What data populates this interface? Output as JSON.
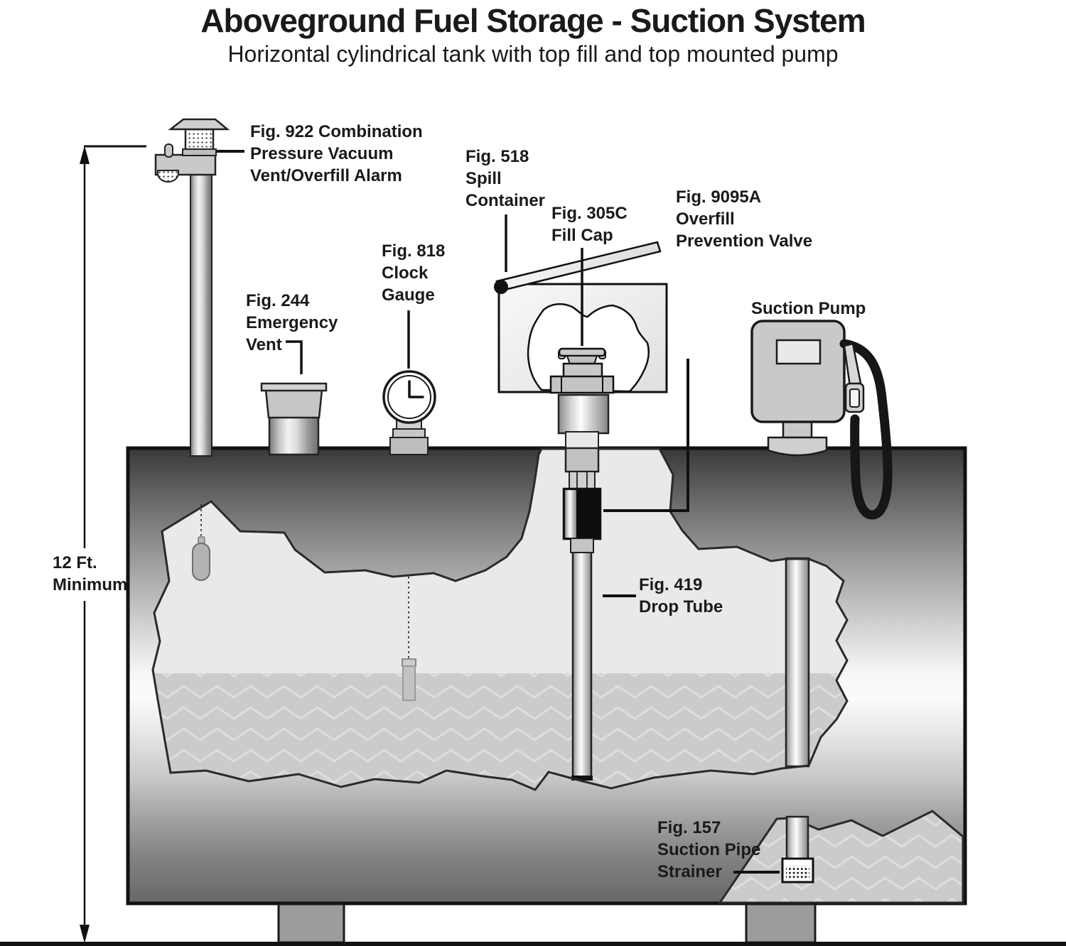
{
  "title": "Aboveground Fuel Storage - Suction System",
  "subtitle": "Horizontal cylindrical tank with top fill and top mounted pump",
  "labels": {
    "vent": {
      "lines": [
        "Fig. 922 Combination",
        "Pressure Vacuum",
        "Vent/Overfill Alarm"
      ]
    },
    "emergency_vent": {
      "lines": [
        "Fig. 244",
        "Emergency",
        "Vent"
      ]
    },
    "clock_gauge": {
      "lines": [
        "Fig. 818",
        "Clock",
        "Gauge"
      ]
    },
    "spill_container": {
      "lines": [
        "Fig. 518",
        "Spill",
        "Container"
      ]
    },
    "fill_cap": {
      "lines": [
        "Fig. 305C",
        "Fill Cap"
      ]
    },
    "overfill_valve": {
      "lines": [
        "Fig. 9095A",
        "Overfill",
        "Prevention Valve"
      ]
    },
    "suction_pump": {
      "lines": [
        "Suction Pump"
      ]
    },
    "drop_tube": {
      "lines": [
        "Fig. 419",
        "Drop Tube"
      ]
    },
    "strainer": {
      "lines": [
        "Fig. 157",
        "Suction Pipe",
        "Strainer"
      ]
    },
    "dimension": {
      "lines": [
        "12 Ft.",
        "Minimum"
      ]
    }
  },
  "colors": {
    "outline": "#1a1a1a",
    "cutaway_air": "#e9e9e9",
    "fuel_base": "#cbcbcb",
    "fuel_zigzag": "#dddddd",
    "tank_dark": "#3a3a3a",
    "tank_light": "#fafafa",
    "component_gray": "#c9c9c9"
  }
}
